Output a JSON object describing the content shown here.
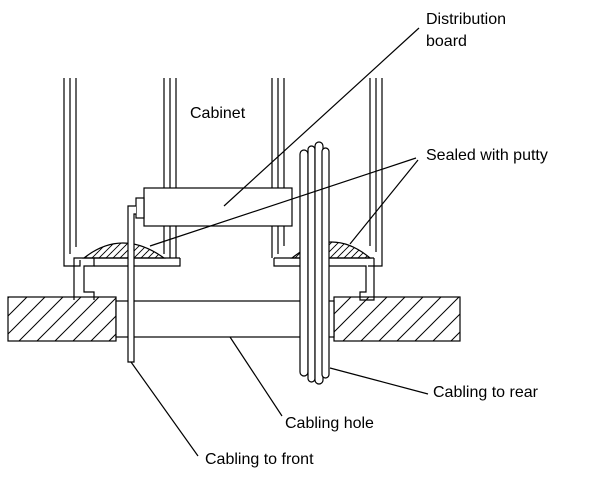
{
  "labels": {
    "distribution_board_line1": "Distribution",
    "distribution_board_line2": "board",
    "cabinet": "Cabinet",
    "sealed_with_putty": "Sealed with putty",
    "cabling_to_rear": "Cabling to rear",
    "cabling_hole": "Cabling hole",
    "cabling_to_front": "Cabling to front"
  },
  "colors": {
    "line": "#000000",
    "background": "#ffffff"
  }
}
